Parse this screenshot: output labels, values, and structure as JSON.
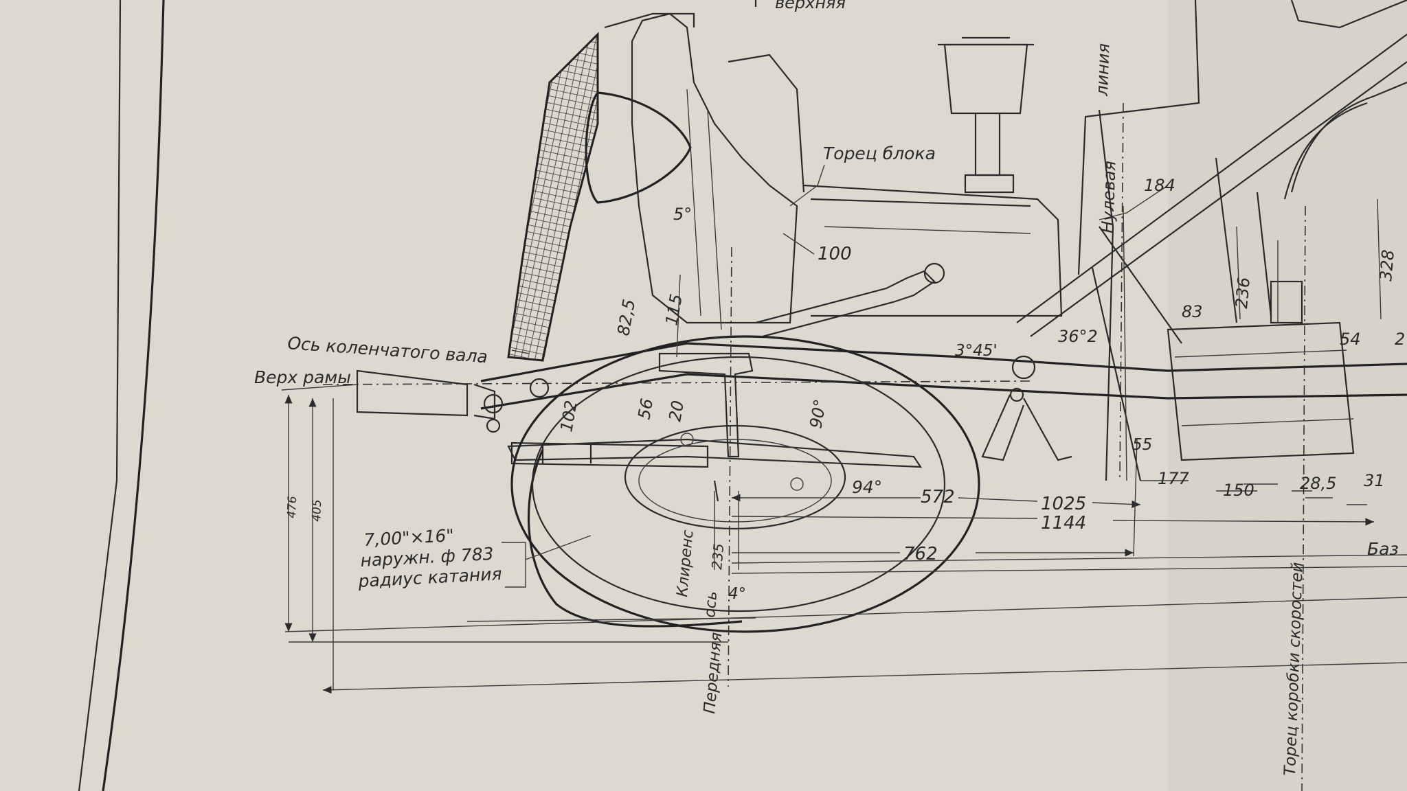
{
  "labels": {
    "top_partial": "верхняя",
    "block_face": "Торец блока",
    "crankshaft_axis": "Ось коленчатого вала",
    "frame_top": "Верх рамы",
    "zero_line_a": "Нулевая",
    "zero_line_b": "линия",
    "clearance": "Клиренс",
    "front_axle_a": "Передняя",
    "front_axle_b": "ось",
    "gearbox_face": "Торец коробки скоростей",
    "base_partial": "Баз",
    "tire_line1": "7,00\"×16\"",
    "tire_line2": "наружн. ф 783",
    "tire_line3": "радиус катания"
  },
  "dimensions": {
    "d100": "100",
    "d82_5": "82,5",
    "d115": "115",
    "d102": "102",
    "d56": "56",
    "d20": "20",
    "a90": "90°",
    "a94": "94°",
    "a5": "5°",
    "a3_45": "3°45'",
    "a36_2": "36°2",
    "d184": "184",
    "d236": "236",
    "d328": "328",
    "d83": "83",
    "d54": "54",
    "d2": "2",
    "d55": "55",
    "d177": "177",
    "d150": "150",
    "d28_5": "28,5",
    "d31": "31",
    "d572": "572",
    "d1025": "1025",
    "d1144": "1144",
    "d762": "762",
    "d235": "235",
    "a4": "4°",
    "d476": "476",
    "d405": "405"
  }
}
